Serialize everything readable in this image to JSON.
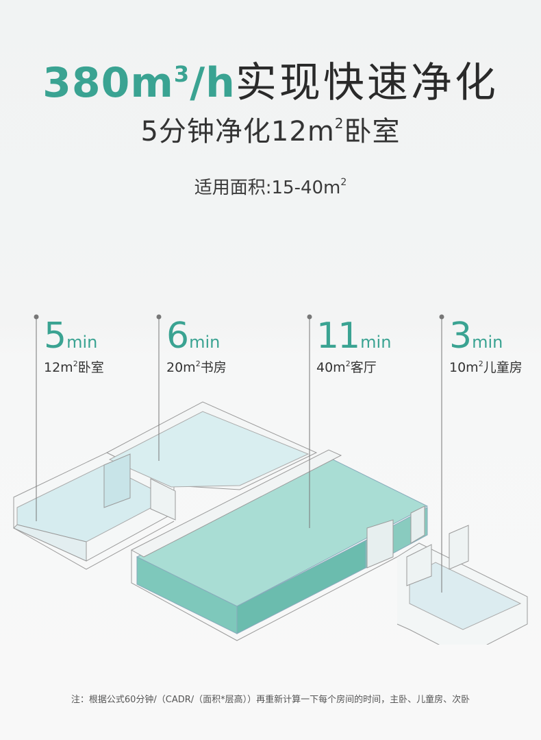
{
  "headline": {
    "accent_main": "380m",
    "accent_sup": "3",
    "accent_tail": "/h",
    "dark": "实现快速净化"
  },
  "subline": {
    "before": "5分钟净化12m",
    "sup": "2",
    "after": "卧室"
  },
  "area": {
    "text": "适用面积:15-40m",
    "sup": "2"
  },
  "rooms": [
    {
      "num": "5",
      "unit": "min",
      "area": "12m",
      "sup": "2",
      "room": "卧室"
    },
    {
      "num": "6",
      "unit": "min",
      "area": "20m",
      "sup": "2",
      "room": "书房"
    },
    {
      "num": "11",
      "unit": "min",
      "area": "40m",
      "sup": "2",
      "room": "客厅"
    },
    {
      "num": "3",
      "unit": "min",
      "area": "10m",
      "sup": "2",
      "room": "儿童房"
    }
  ],
  "footnote": "注：根据公式60分钟/（CADR/（面积*层高））再重新计算一下每个房间的时间，主卧、儿童房、次卧",
  "colors": {
    "accent": "#3aa392",
    "text_dark": "#2a2a2a",
    "living_room_fill": "#7ec8bb"
  }
}
